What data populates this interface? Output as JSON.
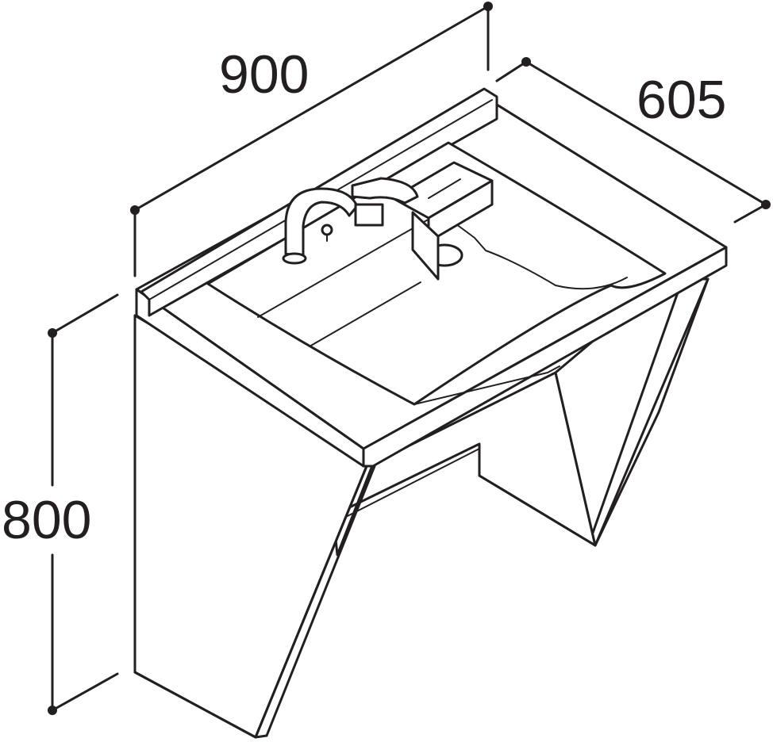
{
  "drawing": {
    "subject": "vanity-washbasin-unit",
    "line_color": "#231f20",
    "background": "#ffffff"
  },
  "dimensions": {
    "width": "900",
    "depth": "605",
    "height": "800"
  }
}
